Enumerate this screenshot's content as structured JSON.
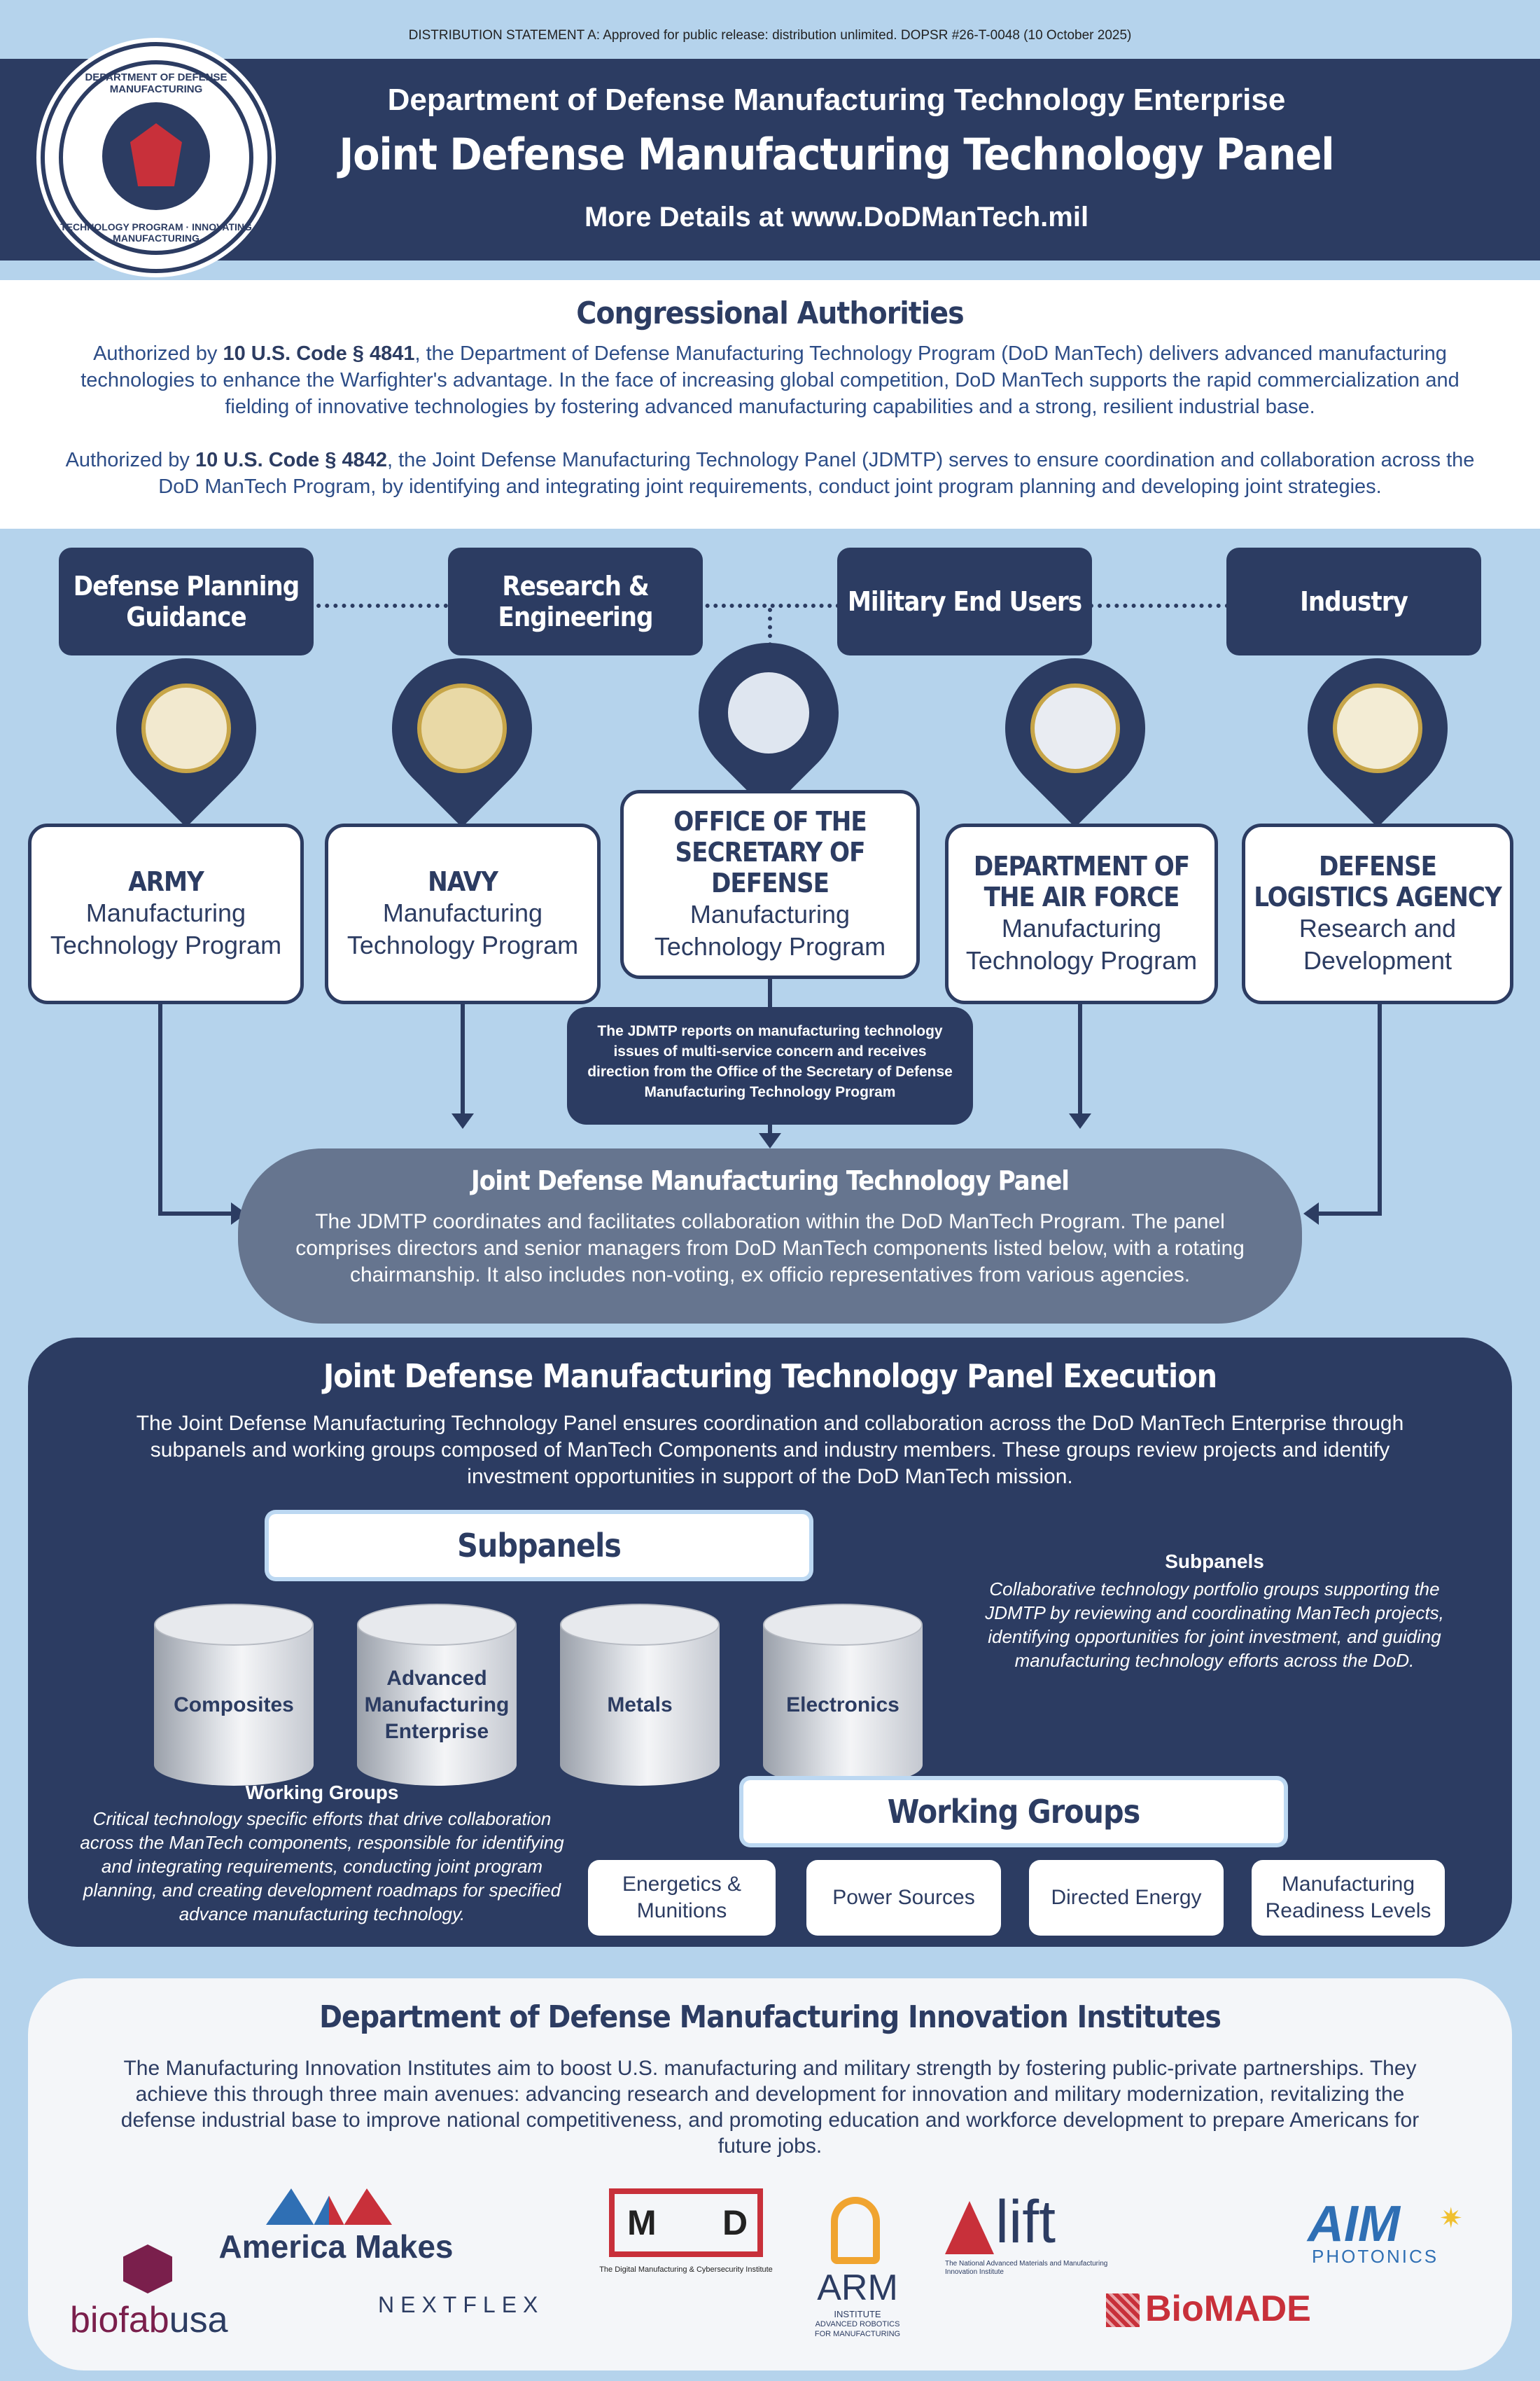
{
  "distribution": "DISTRIBUTION STATEMENT A: Approved for public release: distribution unlimited. DOPSR #26-T-0048 (10 October 2025)",
  "header": {
    "seal_top": "DEPARTMENT OF DEFENSE MANUFACTURING",
    "seal_bottom": "TECHNOLOGY PROGRAM · INNOVATING MANUFACTURING",
    "subtitle": "Department of Defense Manufacturing Technology Enterprise",
    "title": "Joint Defense Manufacturing Technology Panel",
    "link": "More Details at www.DoDManTech.mil"
  },
  "authorities": {
    "title": "Congressional Authorities",
    "p1_pre": "Authorized by ",
    "p1_code": "10 U.S. Code § 4841",
    "p1_post": ", the Department of Defense Manufacturing Technology Program (DoD ManTech) delivers advanced manufacturing technologies to enhance the Warfighter's advantage. In the face of increasing global competition, DoD ManTech supports the rapid commercialization and fielding of innovative technologies by fostering advanced manufacturing capabilities and a strong, resilient industrial base.",
    "p2_pre": "Authorized by ",
    "p2_code": "10 U.S. Code § 4842",
    "p2_post": ", the Joint Defense Manufacturing Technology Panel (JDMTP) serves to ensure coordination and collaboration across the DoD ManTech Program, by identifying and integrating joint requirements, conduct joint program planning and developing joint strategies."
  },
  "inputs": {
    "planning": "Defense Planning Guidance",
    "research": "Research & Engineering",
    "users": "Military End Users",
    "industry": "Industry"
  },
  "components": {
    "army_name": "ARMY",
    "army_sub": "Manufacturing Technology Program",
    "navy_name": "NAVY",
    "navy_sub": "Manufacturing Technology Program",
    "osd_name": "OFFICE OF THE SECRETARY OF DEFENSE",
    "osd_sub": "Manufacturing Technology Program",
    "af_name": "DEPARTMENT OF THE AIR FORCE",
    "af_sub": "Manufacturing Technology Program",
    "dla_name": "DEFENSE LOGISTICS AGENCY",
    "dla_sub": "Research and Development"
  },
  "reports": "The JDMTP reports on manufacturing technology issues of multi-service concern and receives direction from the Office of the Secretary of Defense Manufacturing Technology Program",
  "jdmtp": {
    "title": "Joint Defense Manufacturing Technology Panel",
    "desc": "The JDMTP coordinates and facilitates collaboration within the DoD ManTech Program. The panel comprises directors and senior managers from DoD ManTech components listed below, with a rotating chairmanship. It also includes non-voting, ex officio representatives from various agencies."
  },
  "execution": {
    "title": "Joint Defense Manufacturing Technology Panel Execution",
    "desc": "The Joint Defense Manufacturing Technology Panel ensures coordination and collaboration across the DoD ManTech Enterprise through subpanels and working groups composed of ManTech Components and industry members. These groups review projects and identify investment opportunities in support of the DoD ManTech mission.",
    "subpanels_label": "Subpanels",
    "subpanels": [
      "Composites",
      "Advanced Manufacturing Enterprise",
      "Metals",
      "Electronics"
    ],
    "subpanels_side_title": "Subpanels",
    "subpanels_side_desc": "Collaborative technology portfolio groups supporting the JDMTP by reviewing and coordinating ManTech projects, identifying opportunities for joint investment, and guiding manufacturing technology efforts across the DoD.",
    "wg_side_title": "Working Groups",
    "wg_side_desc": "Critical technology specific efforts that drive collaboration across the ManTech components, responsible for identifying and integrating requirements, conducting joint program planning, and creating development roadmaps for specified advance manufacturing technology.",
    "wg_label": "Working Groups",
    "working_groups": [
      "Energetics & Munitions",
      "Power Sources",
      "Directed Energy",
      "Manufacturing Readiness Levels"
    ]
  },
  "institutes": {
    "title": "Department of Defense Manufacturing Innovation Institutes",
    "desc": "The Manufacturing Innovation Institutes aim to boost U.S. manufacturing and military strength by fostering public-private partnerships. They achieve this through three main avenues: advancing research and development for innovation and military modernization, revitalizing the defense industrial base to improve national competitiveness, and promoting education and workforce development to prepare Americans for future jobs.",
    "logos": {
      "biofab": "biofab",
      "biofab_usa": "usa",
      "america_makes": "America Makes",
      "nextflex": "NEXTFLEX",
      "mxd_m": "M",
      "mxd_d": "D",
      "mxd_caption": "The Digital Manufacturing & Cybersecurity Institute",
      "arm": "ARM",
      "arm_caption1": "INSTITUTE",
      "arm_caption2": "ADVANCED ROBOTICS",
      "arm_caption3": "FOR MANUFACTURING",
      "lift": "lift",
      "lift_caption": "The National Advanced Materials and Manufacturing Innovation Institute",
      "biomade": "BioMADE",
      "aim": "AIM",
      "aim_caption": "PHOTONICS"
    }
  },
  "colors": {
    "navy": "#2c3c62",
    "light_blue": "#b5d3ec",
    "gray_blue": "#66758f",
    "red": "#c8303a"
  }
}
